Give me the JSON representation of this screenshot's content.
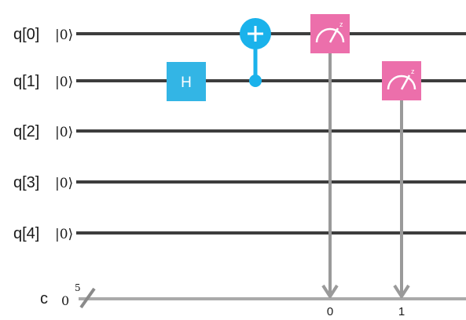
{
  "qubits": [
    {
      "label": "q[0]",
      "init": "|0⟩"
    },
    {
      "label": "q[1]",
      "init": "|0⟩"
    },
    {
      "label": "q[2]",
      "init": "|0⟩"
    },
    {
      "label": "q[3]",
      "init": "|0⟩"
    },
    {
      "label": "q[4]",
      "init": "|0⟩"
    }
  ],
  "classical": {
    "label": "c",
    "init": "0",
    "width": "5",
    "bit_labels": [
      "0",
      "1"
    ]
  },
  "gates": {
    "hadamard": {
      "label": "H",
      "qubit": 1
    },
    "cnot": {
      "control": 1,
      "target": 0
    },
    "measurements": [
      {
        "qubit": 0,
        "bit": 0,
        "basis": "z"
      },
      {
        "qubit": 1,
        "bit": 1,
        "basis": "z"
      }
    ]
  },
  "colors": {
    "wire": "#3d3d3d",
    "classical_wire": "#aaaaaa",
    "hadamard": "#33b5e5",
    "cnot": "#1ab2eb",
    "measure": "#ec6fab",
    "arrow": "#9a9a9a"
  }
}
